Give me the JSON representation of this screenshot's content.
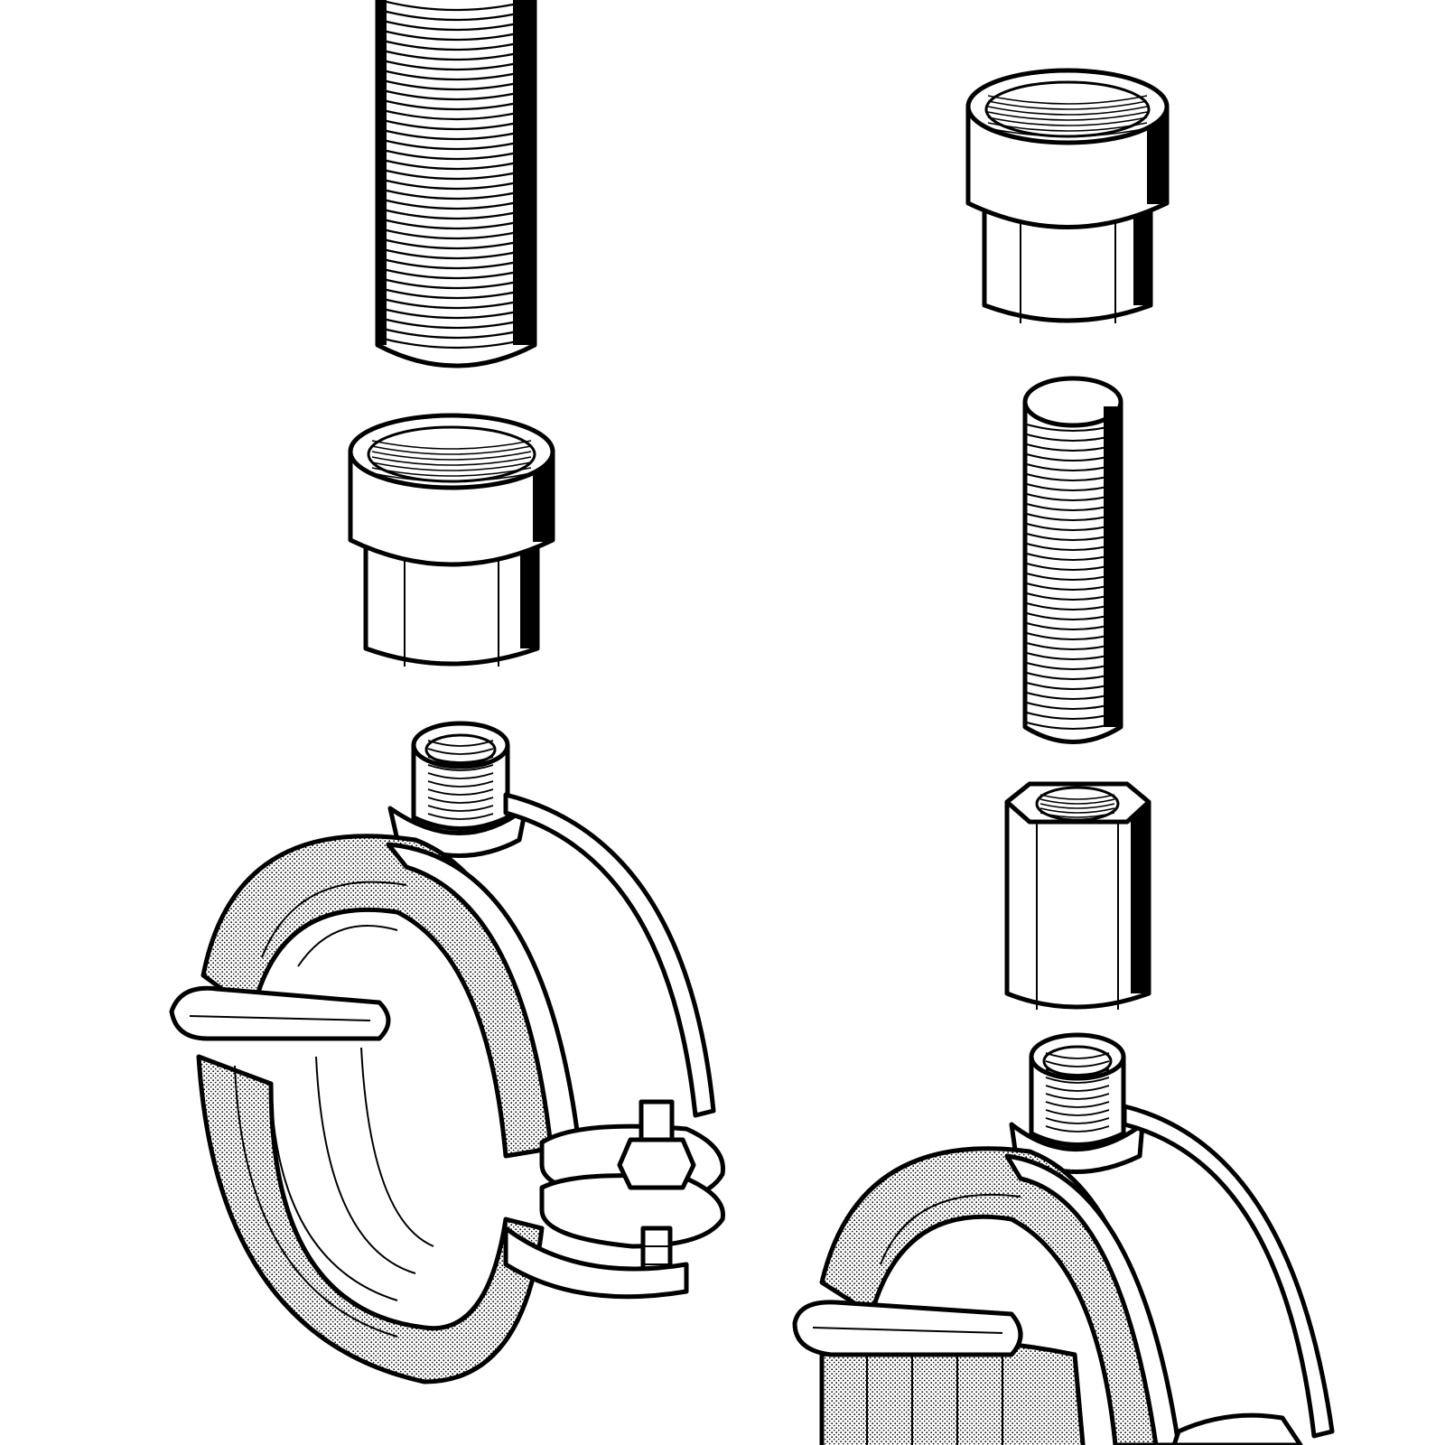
{
  "figure": {
    "description_visible_text": "",
    "colors": {
      "ink": "#000000",
      "paper": "#ffffff"
    },
    "parts": [
      {
        "id": "threaded-pipe-large",
        "icon": "threaded-pipe-icon"
      },
      {
        "id": "socket-hex-large",
        "icon": "hex-socket-icon"
      },
      {
        "id": "pipe-clamp-left",
        "icon": "pipe-clamp-icon"
      },
      {
        "id": "socket-hex-small",
        "icon": "hex-socket-icon"
      },
      {
        "id": "threaded-rod",
        "icon": "threaded-rod-icon"
      },
      {
        "id": "hex-coupling-nut",
        "icon": "hex-nut-icon"
      },
      {
        "id": "pipe-clamp-right",
        "icon": "pipe-clamp-icon"
      }
    ]
  }
}
